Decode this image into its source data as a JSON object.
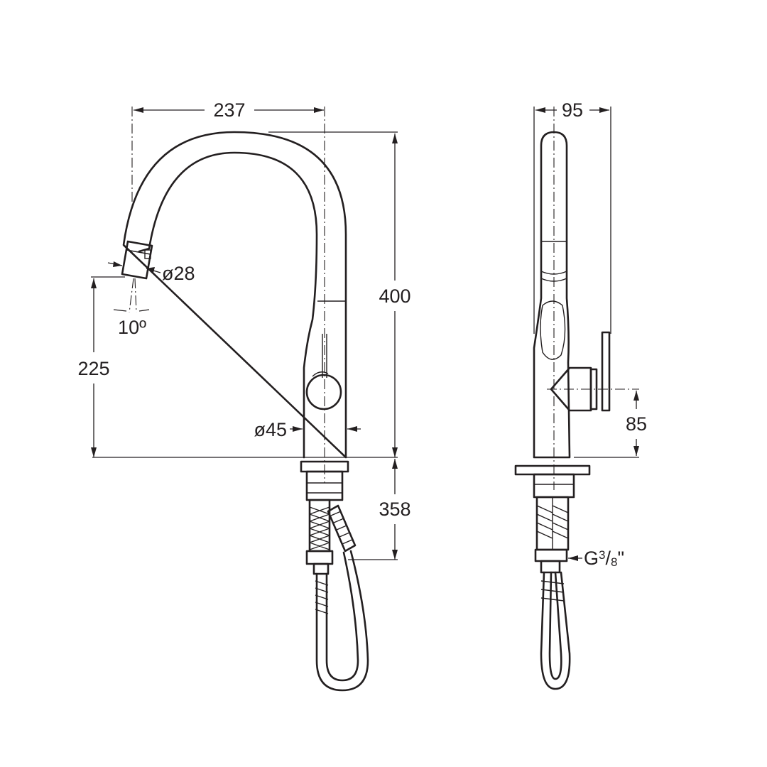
{
  "front_view": {
    "width_dim": "237",
    "height_dim": "400",
    "spout_height_dim": "225",
    "spray_diameter": "ø28",
    "spray_angle": "10º",
    "body_diameter": "ø45",
    "below_deck_dim": "358"
  },
  "side_view": {
    "depth_dim": "95",
    "handle_height_dim": "85",
    "thread_main": "G",
    "thread_num": "3",
    "thread_den": "8",
    "thread_unit": "\""
  }
}
